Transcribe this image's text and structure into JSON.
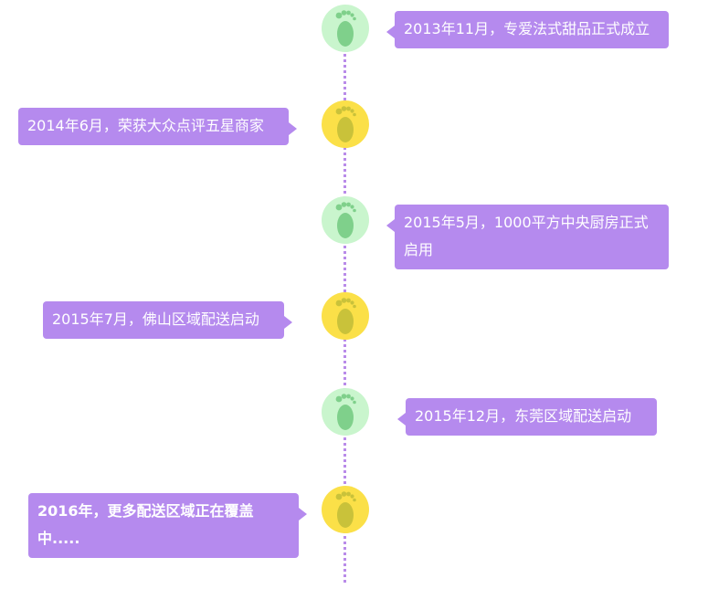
{
  "colors": {
    "bubble": "#b58aee",
    "line": "#b98be9",
    "node_green": "#c9f5cd",
    "foot_green": "#7fd08b",
    "node_yellow": "#fbe048",
    "foot_yellow": "#c9c23a"
  },
  "events": [
    {
      "text": "2013年11月，专爱法式甜品正式成立",
      "icon": "footprint-icon"
    },
    {
      "text": "2014年6月，荣获大众点评五星商家",
      "icon": "footprint-icon"
    },
    {
      "text": "2015年5月，1000平方中央厨房正式启用",
      "icon": "footprint-icon"
    },
    {
      "text": "2015年7月，佛山区域配送启动",
      "icon": "footprint-icon"
    },
    {
      "text": "2015年12月，东莞区域配送启动",
      "icon": "footprint-icon"
    },
    {
      "text": "2016年，更多配送区域正在覆盖中.....",
      "icon": "footprint-icon"
    }
  ]
}
